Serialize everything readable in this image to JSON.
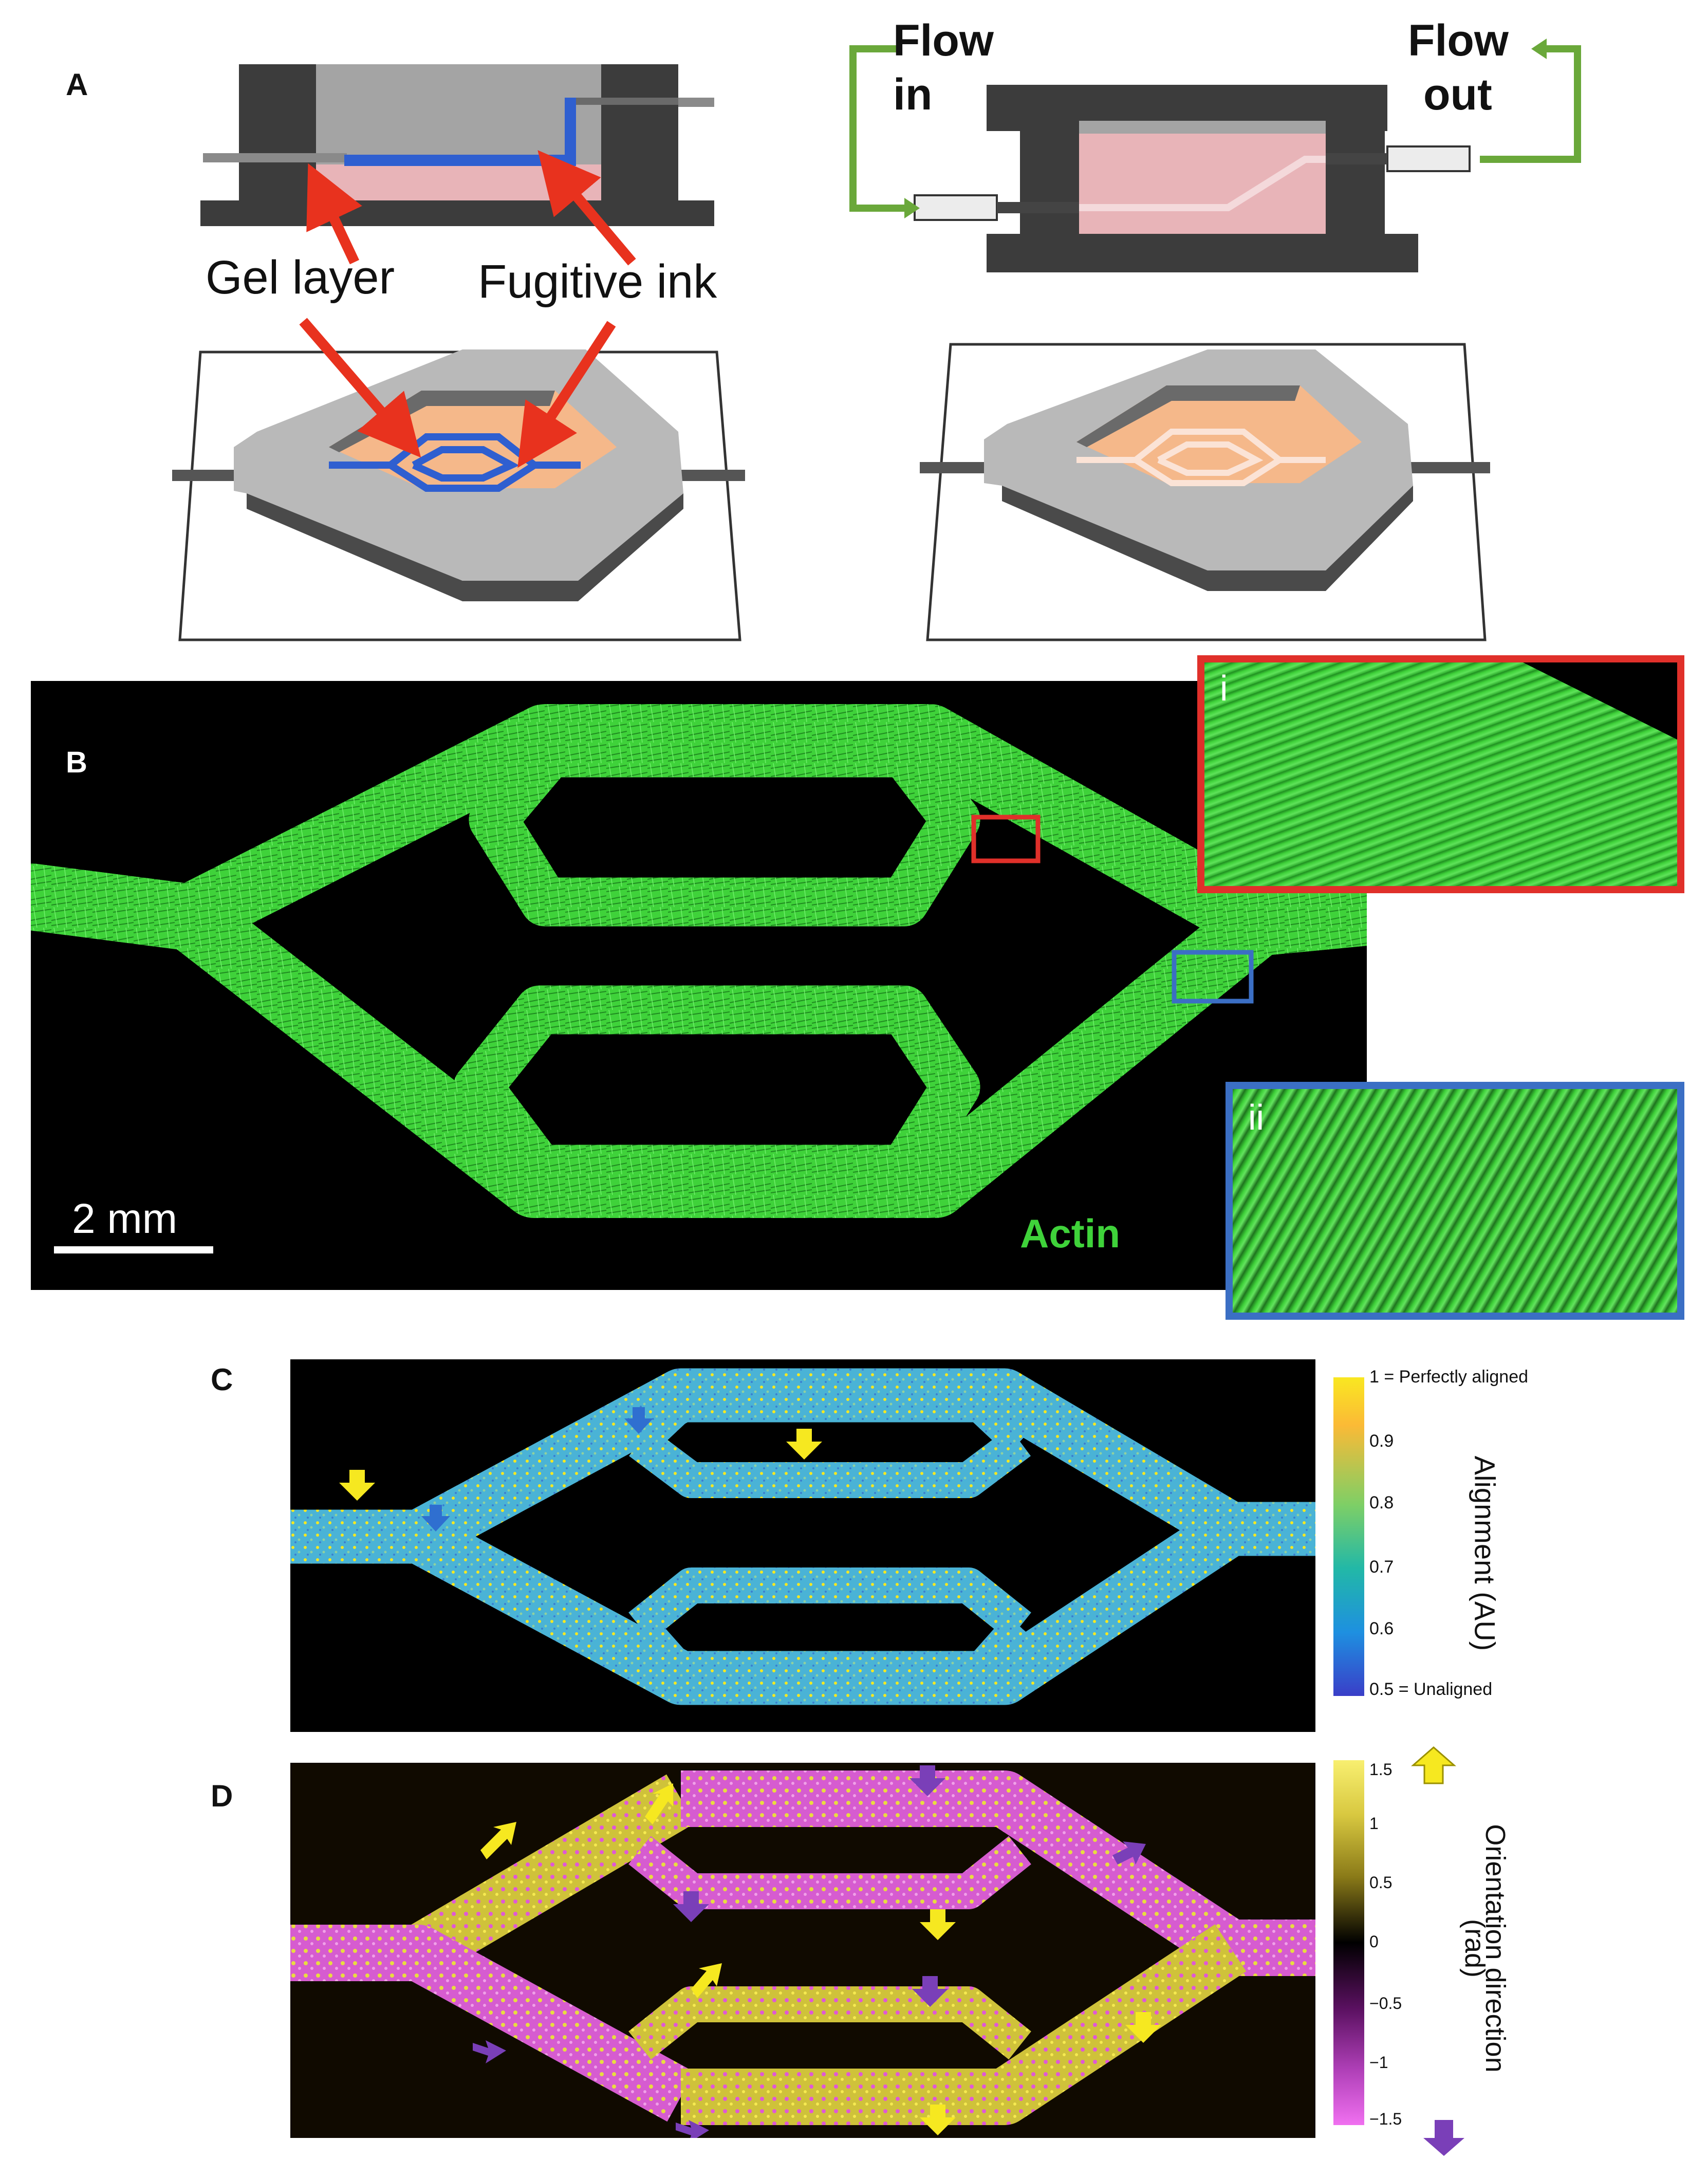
{
  "panels": {
    "a": {
      "letter": "A",
      "label_gel_layer": "Gel layer",
      "label_fugitive_ink": "Fugitive ink",
      "flow_in_line1": "Flow",
      "flow_in_line2": "in",
      "flow_out_line1": "Flow",
      "flow_out_line2": "out"
    },
    "b": {
      "letter": "B",
      "scale_bar": "2 mm",
      "stain": "Actin",
      "inset_i": "i",
      "inset_ii": "ii"
    },
    "c": {
      "letter": "C",
      "colorbar_title": "Alignment (AU)",
      "ticks": [
        "1 = Perfectly aligned",
        "0.9",
        "0.8",
        "0.7",
        "0.6",
        "0.5 = Unaligned"
      ]
    },
    "d": {
      "letter": "D",
      "colorbar_title_line1": "Orientation direction",
      "colorbar_title_line2": "(rad)",
      "ticks": [
        "1.5",
        "1",
        "0.5",
        "0",
        "−0.5",
        "−1",
        "−1.5"
      ]
    }
  },
  "colors": {
    "actin_green": "#3fd23a",
    "gel_pink": "#e8b4b8",
    "gel_orange": "#f5b88a",
    "ink_blue": "#2f5fd0",
    "arrow_red": "#e8321e",
    "flow_green": "#6aa83a",
    "inset_red": "#e0302a",
    "inset_blue": "#3b6fc4",
    "arrow_yellow": "#f6e820",
    "arrow_purple": "#7a3fb8",
    "alignment_blue": "#4ab3d6"
  }
}
